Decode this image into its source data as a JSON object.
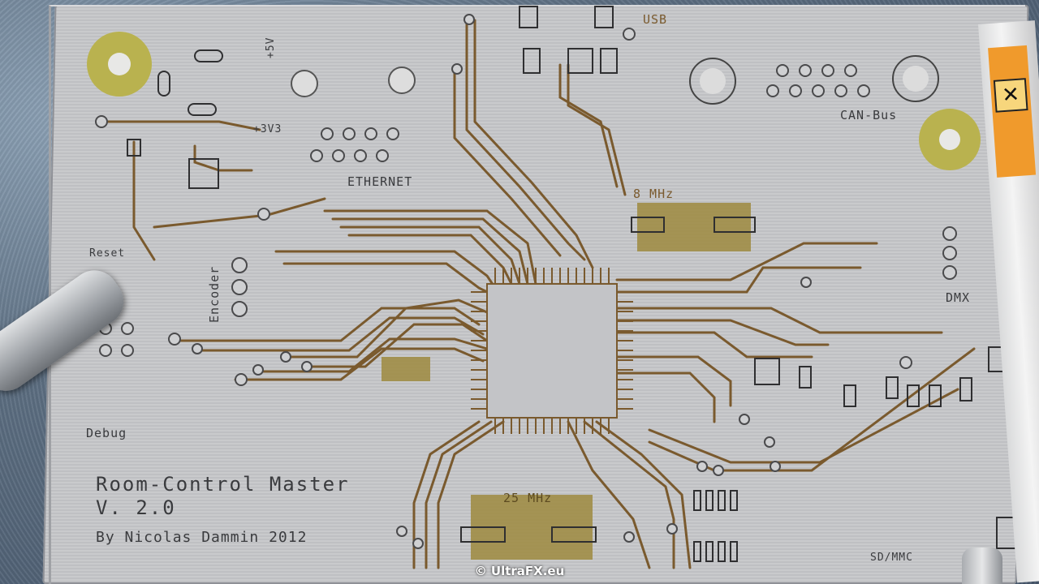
{
  "photo": {
    "subject_texts": {
      "title_line1": "Room-Control Master",
      "title_line2": "V. 2.0",
      "author": "By Nicolas Dammin 2012",
      "debug": "Debug",
      "reset": "Reset",
      "encoder": "Encoder",
      "ethernet": "ETHERNET",
      "usb": "USB",
      "can_bus": "CAN-Bus",
      "dmx": "DMX",
      "sd_mmc": "SD/MMC",
      "crystal_8": "8 MHz",
      "crystal_25": "25 MHz",
      "v33": "+3V3",
      "v5": "+5V"
    },
    "watermark": "© UltraFX.eu",
    "colors": {
      "board_silver": "#c6c7ca",
      "copper_trace": "#7a5a2e",
      "exposed_copper": "#9d8a3e",
      "pad_yellow": "#b9b24f",
      "silkscreen": "#3a3b3e",
      "pen_orange": "#f09a2c"
    }
  }
}
